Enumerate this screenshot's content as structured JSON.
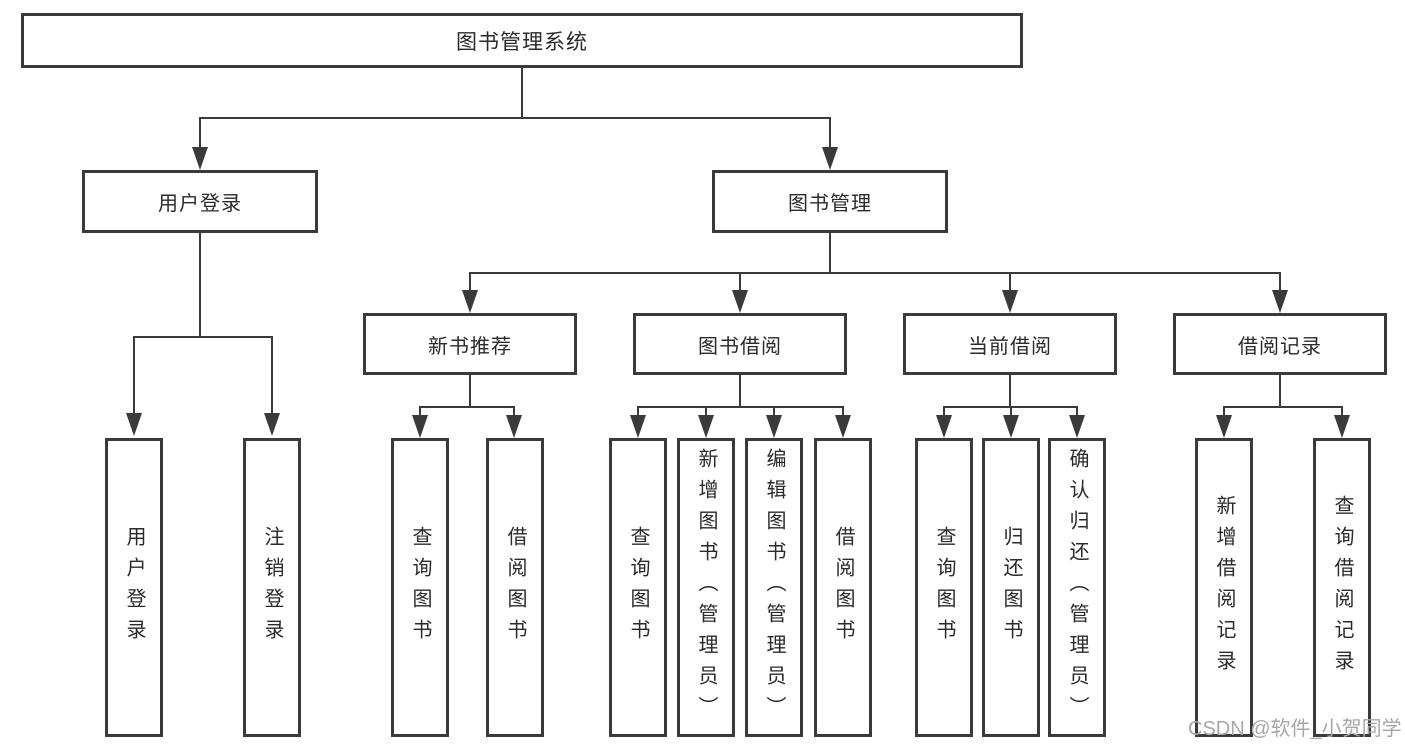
{
  "diagram": {
    "title": "图书管理系统",
    "level1": {
      "user_login": "用户登录",
      "book_mgmt": "图书管理"
    },
    "level2": {
      "new_books": "新书推荐",
      "book_borrow": "图书借阅",
      "current_borrow": "当前借阅",
      "borrow_records": "借阅记录"
    },
    "leaves": {
      "user_login": "用户登录",
      "logout": "注销登录",
      "nb_query": "查询图书",
      "nb_borrow": "借阅图书",
      "bb_query": "查询图书",
      "bb_add": "新增图书（管理员）",
      "bb_edit": "编辑图书（管理员）",
      "bb_borrow": "借阅图书",
      "cb_query": "查询图书",
      "cb_return": "归还图书",
      "cb_confirm": "确认归还（管理员）",
      "br_add": "新增借阅记录",
      "br_query": "查询借阅记录"
    }
  },
  "watermark": "CSDN @软件_小贺同学",
  "colors": {
    "line": "#3a3a3a",
    "text": "#2a2a2a",
    "watermark": "#a9a6aa",
    "background": "#ffffff"
  }
}
